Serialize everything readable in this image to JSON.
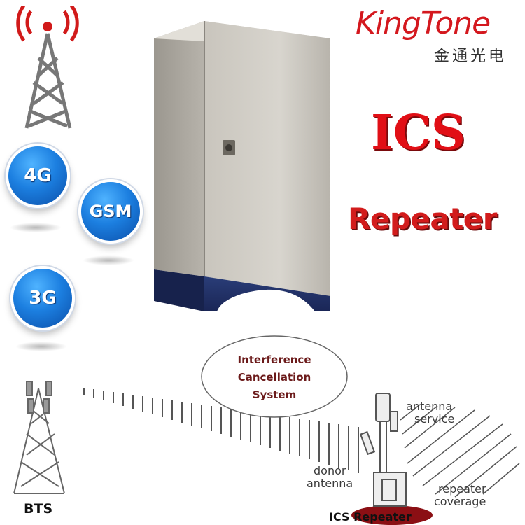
{
  "brand": {
    "name": "KingTone",
    "chinese_name": "金通光电",
    "accent_color": "#d4181e"
  },
  "title": {
    "line1": "ICS",
    "line2": "Repeater"
  },
  "badges": [
    {
      "label": "4G"
    },
    {
      "label": "GSM"
    },
    {
      "label": "3G"
    }
  ],
  "diagram": {
    "bubble_lines": [
      "Interference",
      "Cancellation",
      "System"
    ],
    "bts_label": "BTS",
    "repeater_label": "ICS Repeater",
    "antenna_service": [
      "antenna",
      "service"
    ],
    "donor_antenna": [
      "donor",
      "antenna"
    ],
    "repeater_coverage": [
      "repeater",
      "coverage"
    ]
  },
  "icons": {
    "tower": "radio-tower-icon",
    "cabinet": "repeater-cabinet-image",
    "bts": "bts-tower-icon"
  }
}
